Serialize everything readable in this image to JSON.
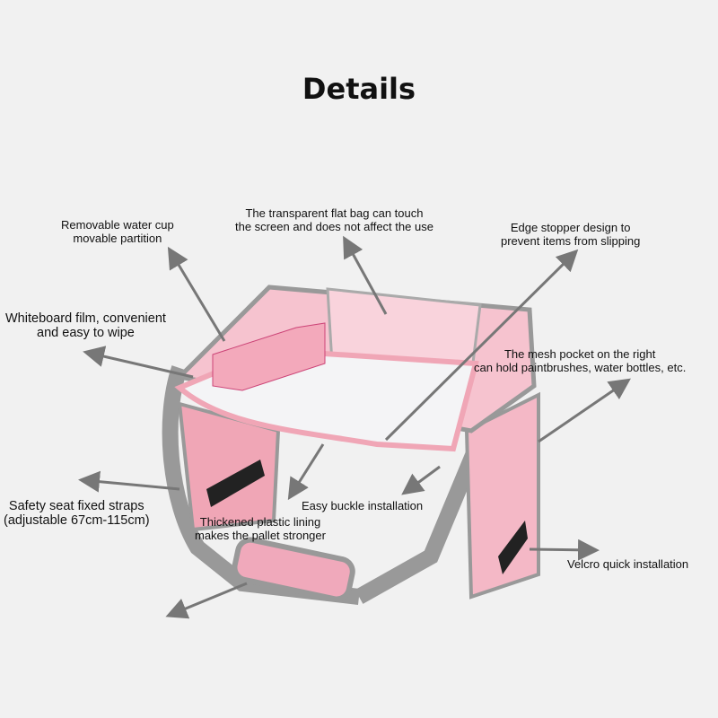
{
  "title": "Details",
  "labels": {
    "water_cup": [
      "Removable water cup",
      "movable partition"
    ],
    "flat_bag": [
      "The transparent flat bag can touch",
      "the screen and does not affect the use"
    ],
    "edge_stopper": [
      "Edge stopper design to",
      "prevent items from slipping"
    ],
    "whiteboard": [
      "Whiteboard film, convenient",
      "and easy to wipe"
    ],
    "mesh_pocket": [
      "The mesh pocket on the right",
      "can hold paintbrushes, water bottles, etc."
    ],
    "straps": [
      "Safety seat fixed straps",
      "(adjustable 67cm-115cm)"
    ],
    "buckle": "Easy buckle installation",
    "lining": [
      "Thickened plastic lining",
      "makes the pallet stronger"
    ],
    "velcro": "Velcro quick installation"
  },
  "colors": {
    "pink": "#f3c0cc",
    "trim": "#9a9a9a",
    "board": "#f4f4f6"
  }
}
